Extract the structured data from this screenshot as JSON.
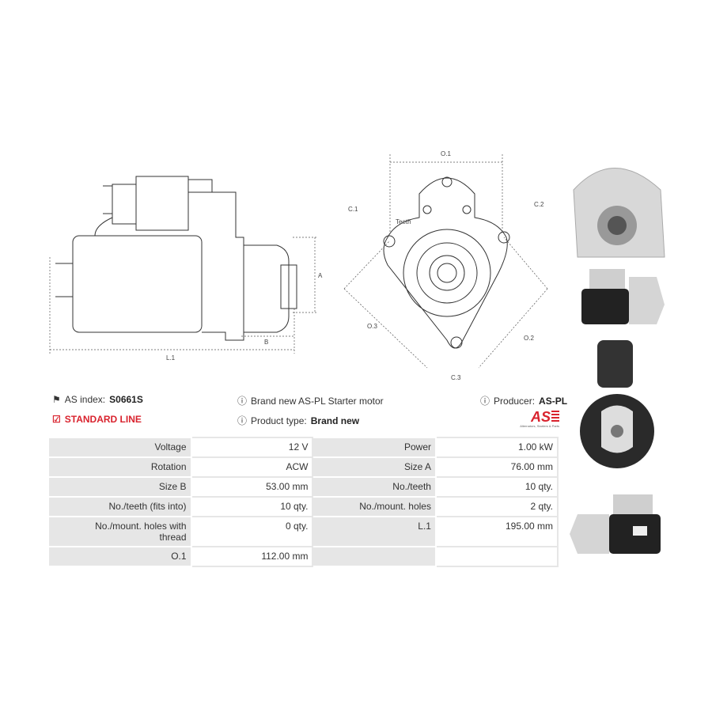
{
  "drawing": {
    "side": {
      "a": "A",
      "b": "B",
      "l1": "L.1"
    },
    "front": {
      "o1": "O.1",
      "o2": "O.2",
      "o3": "O.3",
      "c1": "C.1",
      "c2": "C.2",
      "c3": "C.3",
      "teeth": "Teeth"
    }
  },
  "info": {
    "as_index_label": "AS index:",
    "as_index_value": "S0661S",
    "line": "STANDARD LINE",
    "brand_new": "Brand new AS-PL Starter motor",
    "product_type_label": "Product type:",
    "product_type_value": "Brand new",
    "producer_label": "Producer:",
    "producer_value": "AS-PL",
    "logo_text": "AS",
    "logo_tagline": "Alternators, Starters & Parts"
  },
  "colors": {
    "accent": "#d9232e",
    "label_bg": "#e6e6e6"
  },
  "specs": [
    [
      {
        "l": "Voltage",
        "v": "12 V"
      },
      {
        "l": "Power",
        "v": "1.00 kW"
      }
    ],
    [
      {
        "l": "Rotation",
        "v": "ACW"
      },
      {
        "l": "Size A",
        "v": "76.00 mm"
      }
    ],
    [
      {
        "l": "Size B",
        "v": "53.00 mm"
      },
      {
        "l": "No./teeth",
        "v": "10 qty."
      }
    ],
    [
      {
        "l": "No./teeth (fits into)",
        "v": "10 qty."
      },
      {
        "l": "No./mount. holes",
        "v": "2 qty."
      }
    ],
    [
      {
        "l": "No./mount. holes with thread",
        "v": "0 qty."
      },
      {
        "l": "L.1",
        "v": "195.00 mm"
      }
    ],
    [
      {
        "l": "O.1",
        "v": "112.00 mm"
      },
      {
        "l": "",
        "v": ""
      }
    ]
  ]
}
